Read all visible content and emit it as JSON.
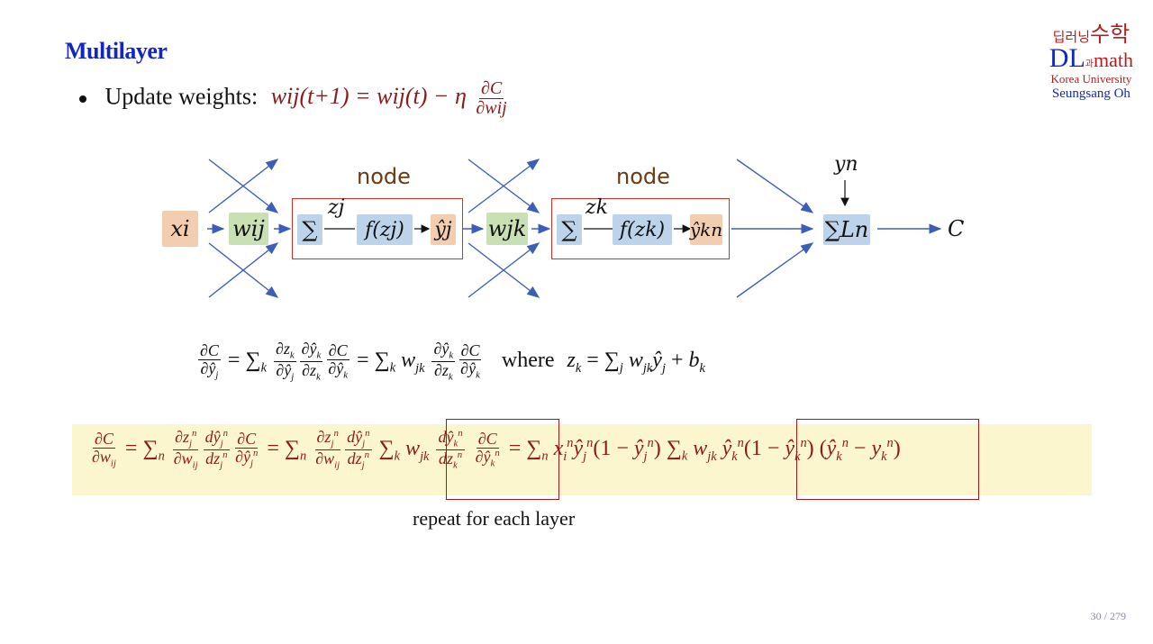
{
  "slide": {
    "title": "Multilayer",
    "bullet_label": "Update weights:",
    "update_rule_lhs": "wij(t+1) = wij(t) − η",
    "update_rule_num": "∂C",
    "update_rule_den": "∂wij",
    "page_number": "30 / 279"
  },
  "logo": {
    "korean_top": "딥러닝",
    "korean_mid": "과",
    "korean_right": "수학",
    "dl": "DL",
    "math": "math",
    "university": "Korea University",
    "author": "Seungsang Oh"
  },
  "diagram": {
    "node_label_1": "node",
    "node_label_2": "node",
    "x_i": "xi",
    "w_ij": "wij",
    "sum_1": "∑",
    "z_j": "zj",
    "f_zj": "f(zj)",
    "yhat_j": "ŷj",
    "w_jk": "wjk",
    "sum_2": "∑",
    "z_k": "zk",
    "f_zk": "f(zk)",
    "yhat_k": "ŷkn",
    "loss": "∑Ln",
    "y_n": "yn",
    "cost": "C"
  },
  "equations": {
    "eq1_where": "where",
    "repeat_label": "repeat for each layer"
  },
  "colors": {
    "title_blue": "#1226c8",
    "formula_red": "#8b1a1a",
    "node_frame": "#d0322a",
    "highlight_band": "#fcf6cf",
    "arrow_blue": "#3b5fb8"
  }
}
